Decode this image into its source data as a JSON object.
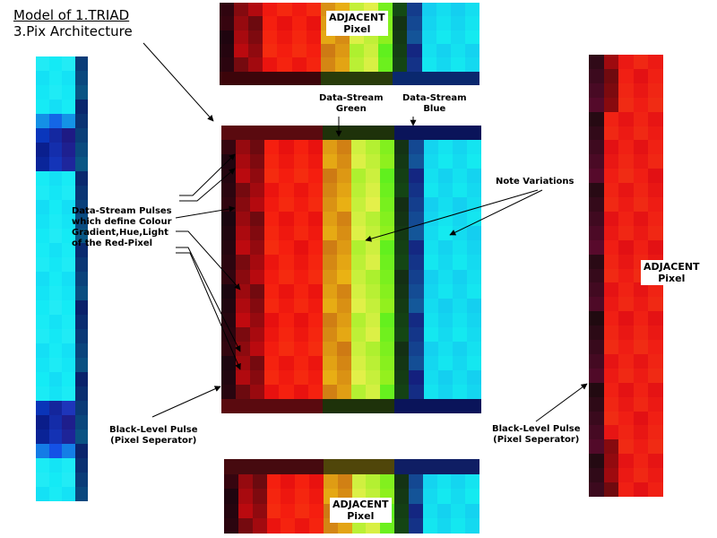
{
  "title": {
    "line1": "Model of 1.TRIAD",
    "line2": "3.Pix Architecture"
  },
  "labels": {
    "adjacent_top": [
      "ADJACENT",
      "Pixel"
    ],
    "adjacent_bottom": [
      "ADJACENT",
      "Pixel"
    ],
    "adjacent_right": [
      "ADJACENT",
      "Pixel"
    ],
    "stream_green": [
      "Data-Stream",
      "Green"
    ],
    "stream_blue": [
      "Data-Stream",
      "Blue"
    ],
    "note_variations": "Note Variations",
    "pulses": [
      "Data-Stream Pulses",
      "which define Colour",
      "Gradient,Hue,Light",
      "of the Red-Pixel"
    ],
    "black_level_left": [
      "Black-Level Pulse",
      "(Pixel Seperator)"
    ],
    "black_level_right": [
      "Black-Level Pulse",
      "(Pixel Seperator)"
    ]
  },
  "colors": {
    "red": "#ff2a10",
    "dark_red": "#3a0a10",
    "orange": "#f0a020",
    "yellow_green": "#c8f040",
    "green": "#80f020",
    "dark_green": "#104010",
    "cyan": "#10f0f0",
    "blue": "#10a0f0",
    "dark_blue": "#001060",
    "black": "#000000"
  }
}
